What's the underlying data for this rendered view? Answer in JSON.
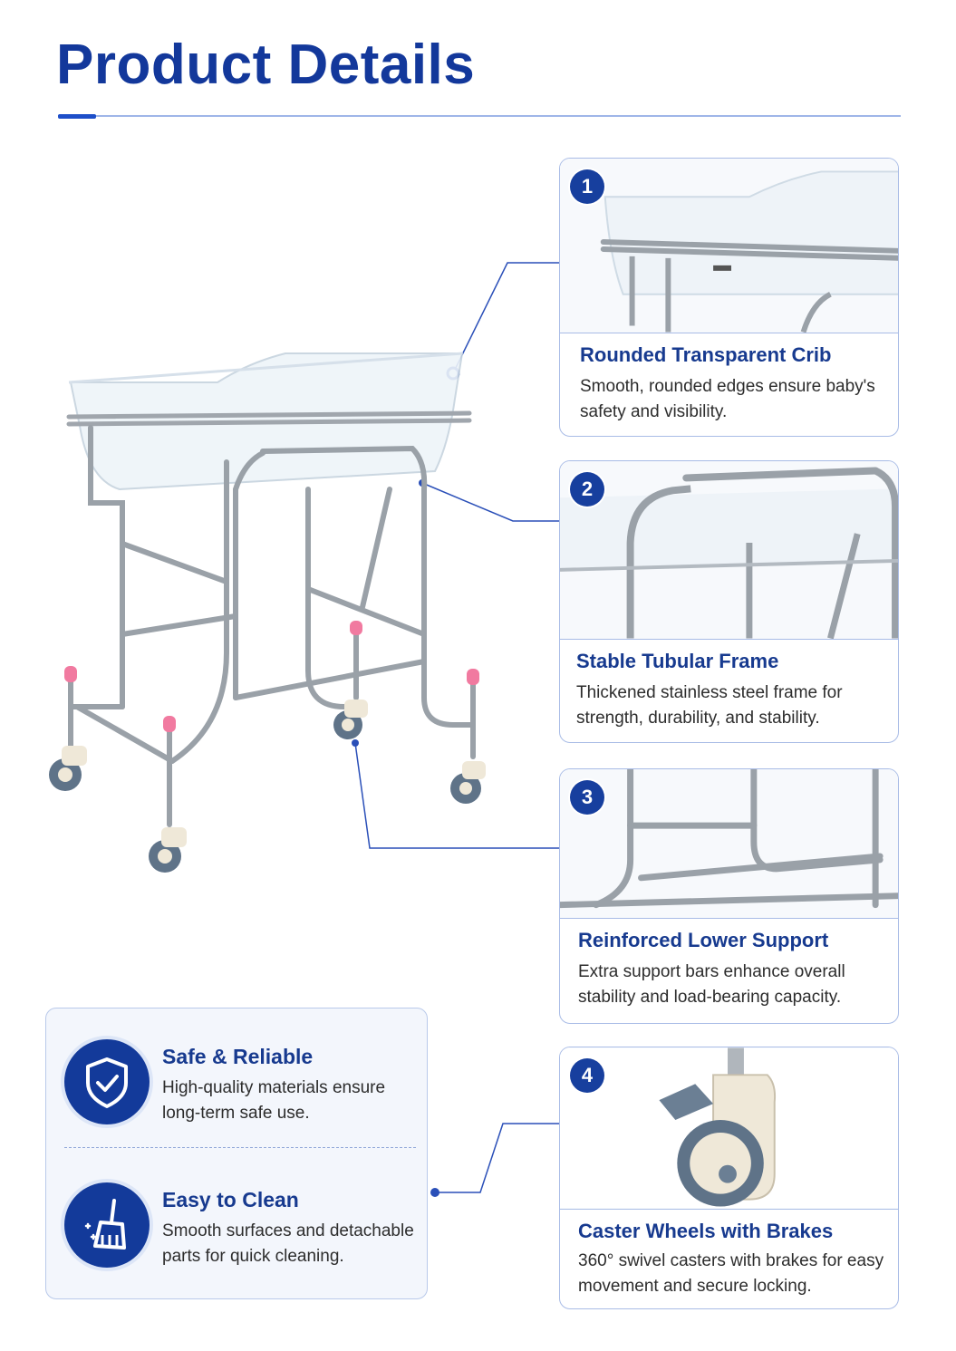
{
  "page": {
    "title": "Product Details"
  },
  "cards": [
    {
      "number": "1",
      "title": "Rounded Transparent Crib",
      "description": "Smooth, rounded edges ensure baby's safety and visibility."
    },
    {
      "number": "2",
      "title": "Stable Tubular Frame",
      "description": "Thickened stainless steel frame for strength, durability, and stability."
    },
    {
      "number": "3",
      "title": "Reinforced Lower Support",
      "description": "Extra support bars enhance overall stability and load-bearing capacity."
    },
    {
      "number": "4",
      "title": "Caster Wheels with Brakes",
      "description": "360° swivel casters with brakes for easy movement and secure locking."
    }
  ],
  "features": [
    {
      "title": "Safe & Reliable",
      "description": "High-quality materials ensure long-term safe use.",
      "icon": "shield-check-icon"
    },
    {
      "title": "Easy to Clean",
      "description": "Smooth surfaces and detachable parts for quick cleaning.",
      "icon": "broom-sparkle-icon"
    }
  ],
  "colors": {
    "brand": "#13389b",
    "border": "#a9bce6",
    "accent_pink": "#f17aa0",
    "panel": "#f3f6fc"
  }
}
